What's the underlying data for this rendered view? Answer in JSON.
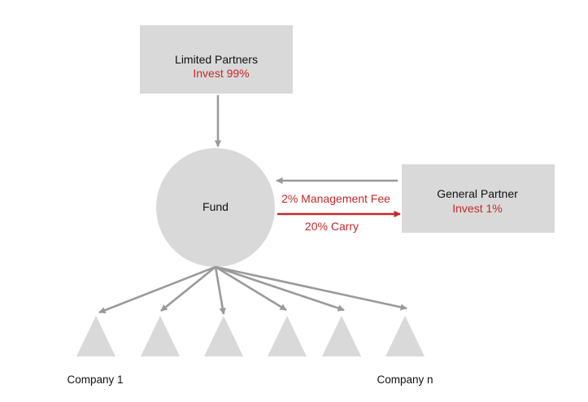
{
  "colors": {
    "box_fill": "#d9d9d9",
    "arrow_gray": "#9a9a9a",
    "accent_red": "#c62828",
    "text": "#111111"
  },
  "limited_partners": {
    "title": "Limited Partners",
    "subtitle": "Invest 99%"
  },
  "fund": {
    "label": "Fund"
  },
  "general_partner": {
    "title": "General Partner",
    "subtitle": "Invest 1%"
  },
  "flows": {
    "management_fee": "2% Management Fee",
    "carry": "20% Carry"
  },
  "companies": {
    "first_label": "Company 1",
    "last_label": "Company n",
    "count": 6
  }
}
